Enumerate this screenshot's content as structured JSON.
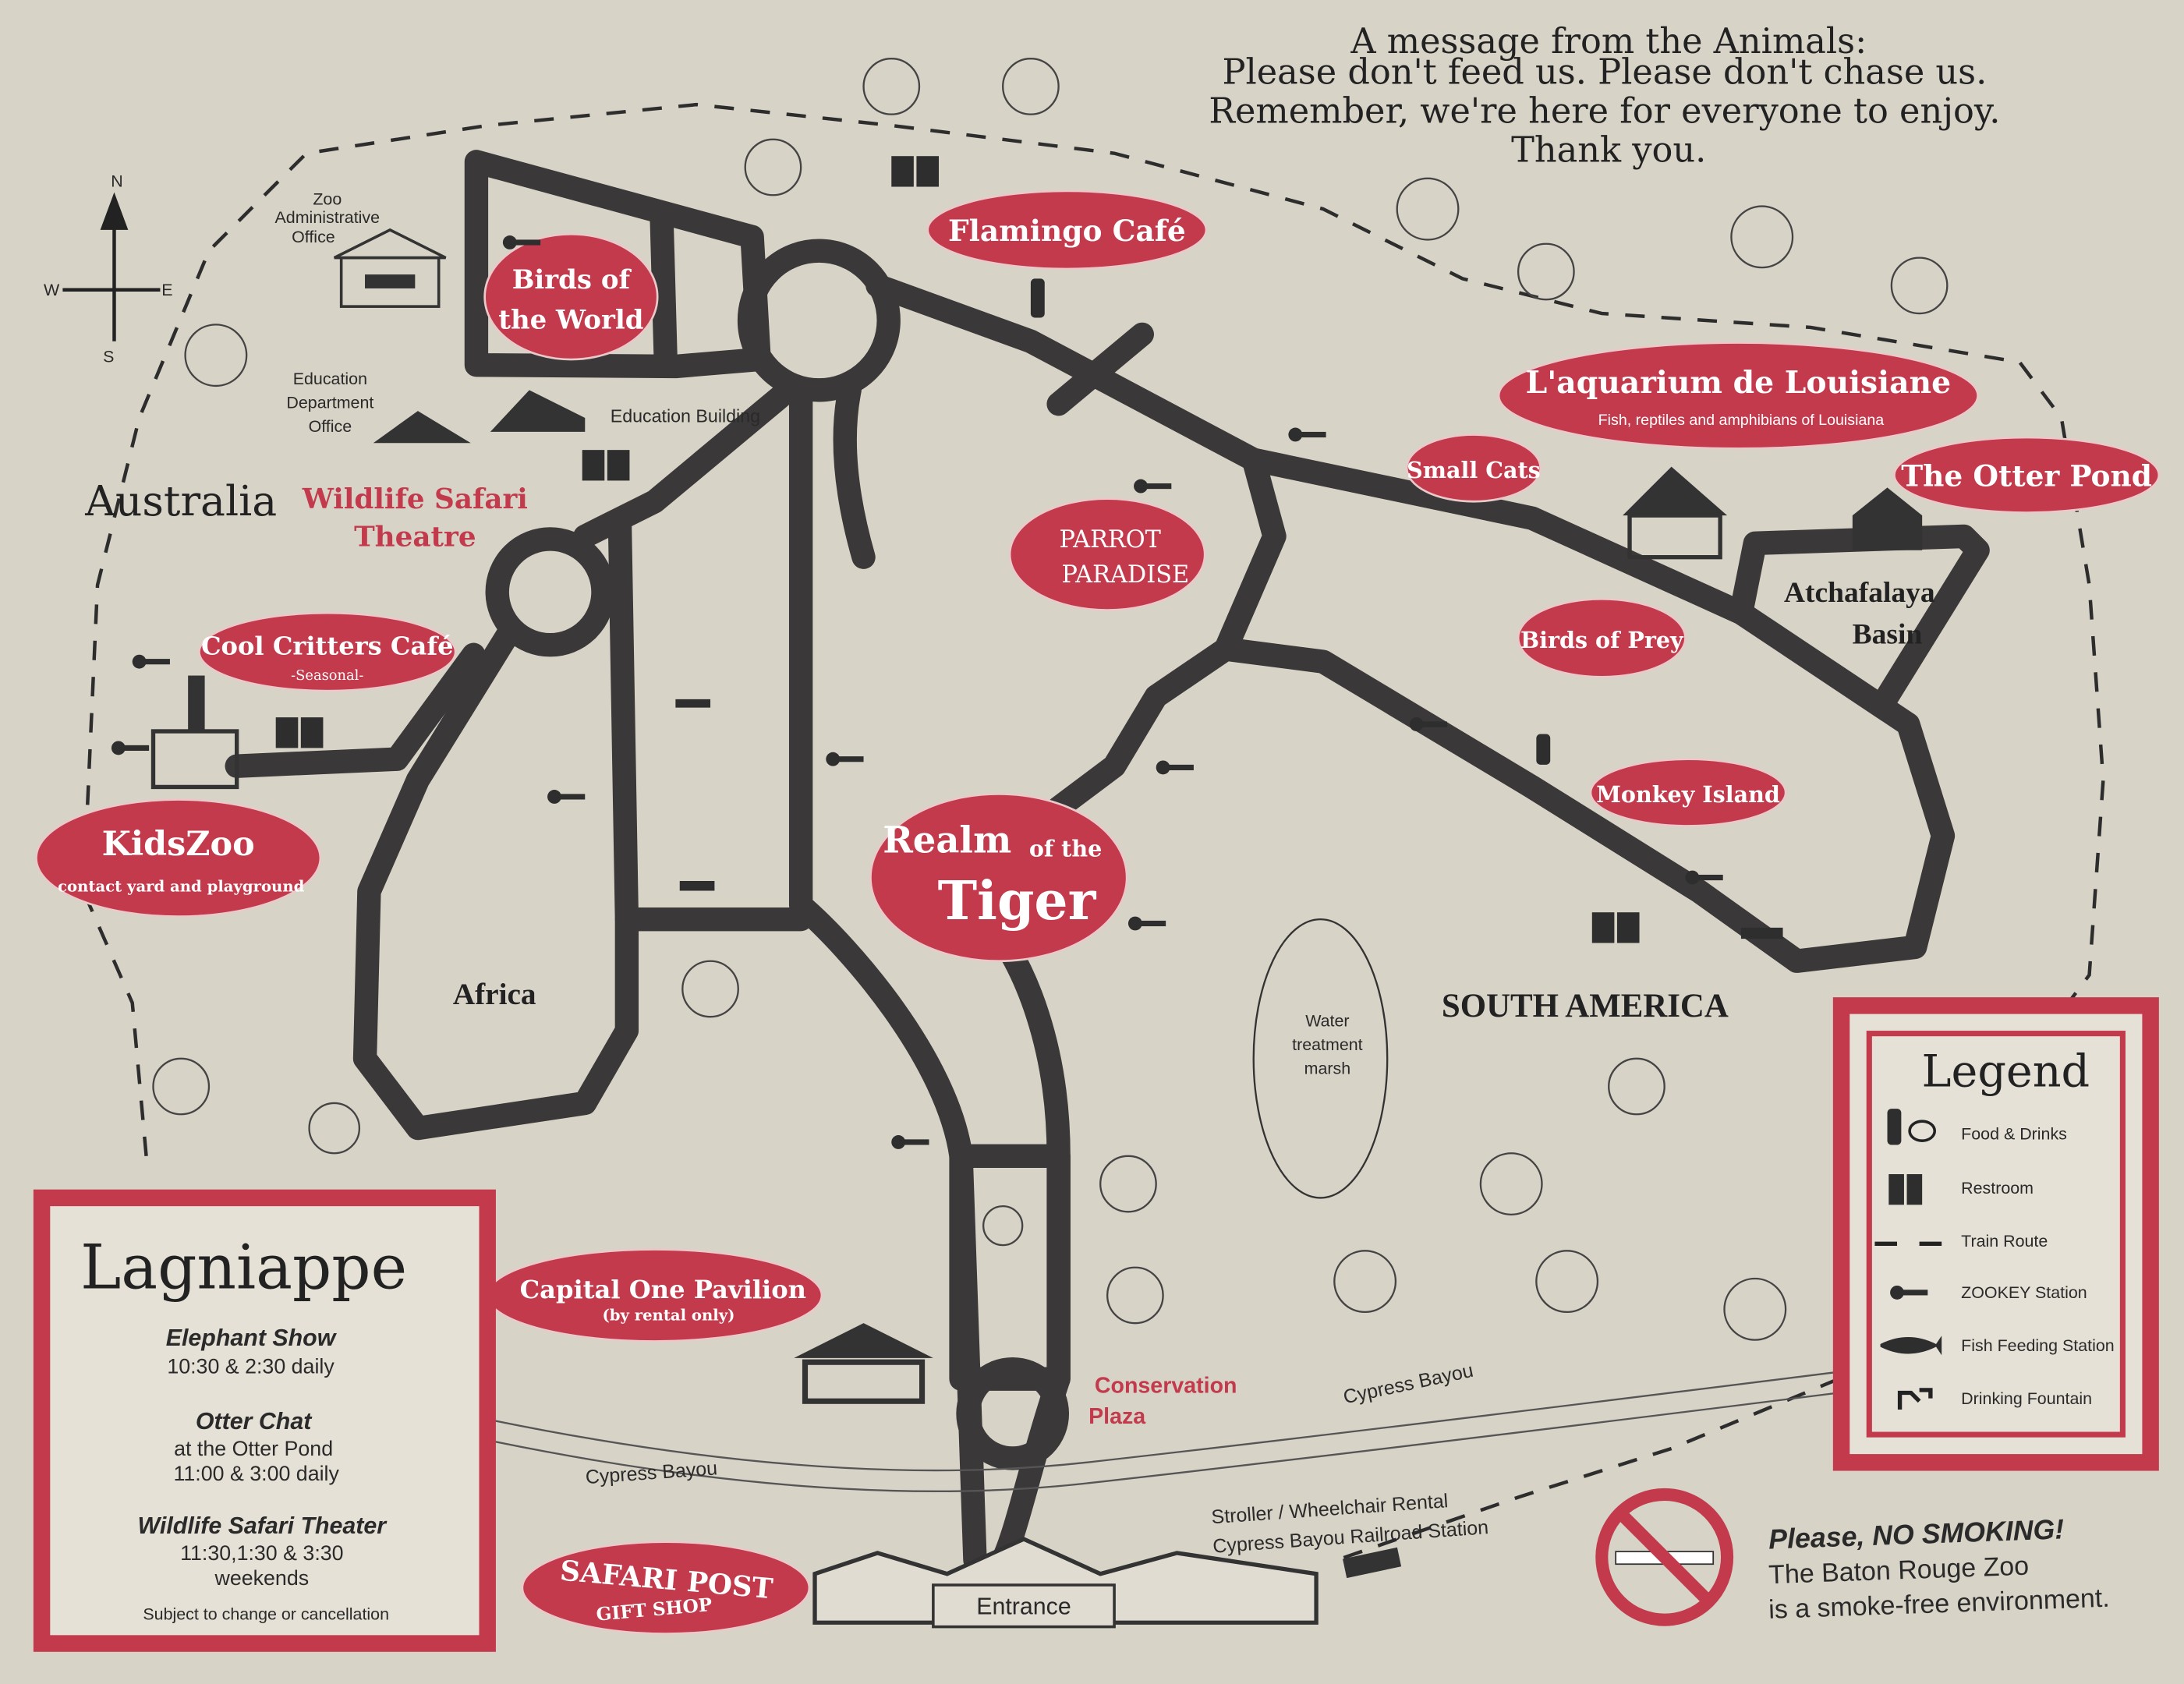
{
  "message": {
    "title": "A message from the Animals:",
    "lines": [
      "Please don't feed us.  Please don't chase us.",
      "Remember, we're here for everyone to enjoy.",
      "Thank you."
    ]
  },
  "compass": {
    "n": "N",
    "s": "S",
    "e": "E",
    "w": "W"
  },
  "areas": {
    "zoo_admin": [
      "Zoo",
      "Administrative",
      "Office"
    ],
    "education_office": [
      "Education",
      "Department",
      "Office"
    ],
    "education_building": "Education Building",
    "australia": "Australia",
    "wildlife_theatre": [
      "Wildlife Safari",
      "Theatre"
    ],
    "africa": "Africa",
    "south_america": "SOUTH AMERICA",
    "atchafalaya": [
      "Atchafalaya",
      "Basin"
    ],
    "water_marsh": [
      "Water",
      "treatment",
      "marsh"
    ],
    "conservation_plaza": [
      "Conservation",
      "Plaza"
    ],
    "cypress_bayou_left": "Cypress Bayou",
    "cypress_bayou_right": "Cypress Bayou",
    "stroller": "Stroller / Wheelchair Rental",
    "railroad": "Cypress Bayou Railroad Station",
    "entrance": "Entrance"
  },
  "exhibits": {
    "birds_world": [
      "Birds of",
      "the World"
    ],
    "flamingo_cafe": "Flamingo Café",
    "aquarium": "L'aquarium de Louisiane",
    "aquarium_sub": "Fish, reptiles and amphibians of Louisiana",
    "otter_pond": "The Otter Pond",
    "small_cats": "Small Cats",
    "parrot_paradise": [
      "PARROT",
      "PARADISE"
    ],
    "birds_prey": "Birds of Prey",
    "monkey_island": "Monkey Island",
    "realm_tiger": [
      "Realm",
      "of the",
      "Tiger"
    ],
    "cool_critters": "Cool Critters Café",
    "cool_critters_sub": "-Seasonal-",
    "kidszoo": "KidsZoo",
    "kidszoo_sub": "contact yard  and playground",
    "capital_one": "Capital One Pavilion",
    "capital_one_sub": "(by rental only)",
    "safari_post": "SAFARI POST",
    "safari_post_sub": "GIFT SHOP"
  },
  "legend": {
    "title": "Legend",
    "items": [
      {
        "icon": "food-drinks-icon",
        "label": "Food & Drinks"
      },
      {
        "icon": "restroom-icon",
        "label": "Restroom"
      },
      {
        "icon": "train-route-icon",
        "label": "Train Route"
      },
      {
        "icon": "zookey-icon",
        "label": "ZOOKEY Station"
      },
      {
        "icon": "fish-icon",
        "label": "Fish Feeding Station"
      },
      {
        "icon": "drinking-fountain-icon",
        "label": "Drinking Fountain"
      }
    ]
  },
  "lagniappe": {
    "title": "Lagniappe",
    "shows": [
      {
        "name": "Elephant Show",
        "lines": [
          "10:30 & 2:30 daily"
        ]
      },
      {
        "name": "Otter Chat",
        "lines": [
          "at the Otter Pond",
          "11:00 & 3:00 daily"
        ]
      },
      {
        "name": "Wildlife Safari Theater",
        "lines": [
          "11:30,1:30 & 3:30",
          "weekends"
        ]
      }
    ],
    "note": "Subject to change or cancellation"
  },
  "no_smoking": {
    "title": "Please, NO SMOKING!",
    "lines": [
      "The Baton Rouge Zoo",
      "is a smoke-free environment."
    ]
  },
  "colors": {
    "accent_red": "#c23a4c",
    "road": "#3a3838",
    "paper": "#d8d3c7"
  }
}
